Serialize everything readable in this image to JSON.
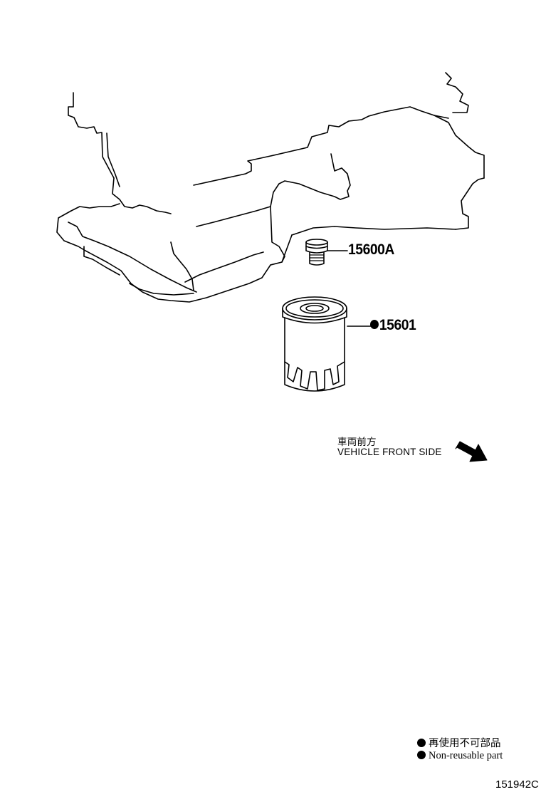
{
  "parts": [
    {
      "id": "oil-drain-plug",
      "number": "15600A",
      "non_reusable": false
    },
    {
      "id": "oil-filter",
      "number": "15601",
      "non_reusable": true
    }
  ],
  "direction": {
    "label_jp": "車両前方",
    "label_en": "VEHICLE FRONT SIDE",
    "icon": "arrow-down-right-icon"
  },
  "legend": {
    "symbol": "filled-circle-icon",
    "text_jp": "再使用不可部品",
    "text_en": "Non-reusable part"
  },
  "drawing_id": "151942C",
  "colors": {
    "line": "#000000",
    "background": "#ffffff"
  }
}
